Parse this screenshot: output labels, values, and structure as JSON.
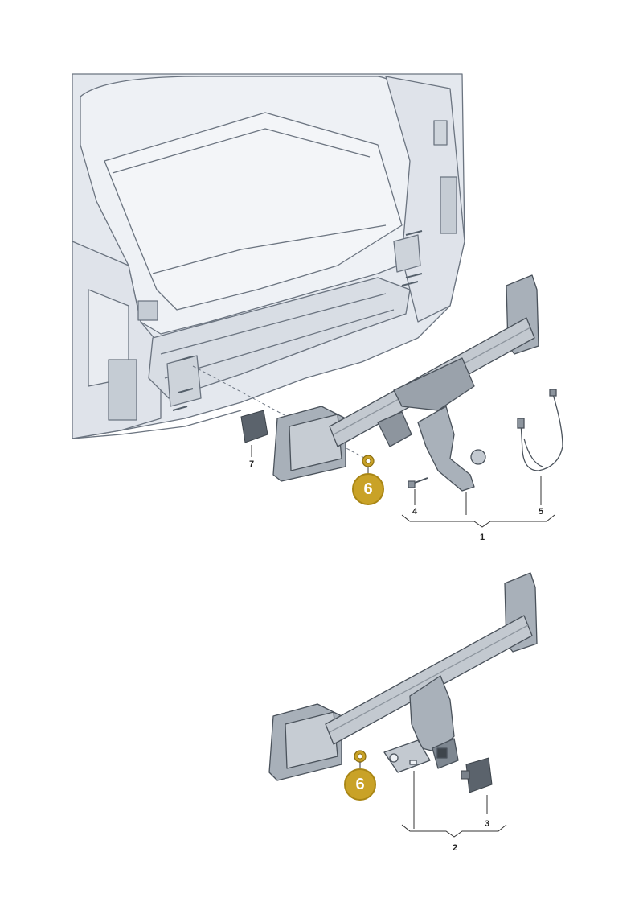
{
  "callouts": {
    "c1": "1",
    "c2": "2",
    "c3": "3",
    "c4": "4",
    "c5": "5",
    "c6_top": "6",
    "c6_bottom": "6",
    "c7": "7"
  },
  "colors": {
    "highlight": "#c9a227",
    "body_fill": "#e4e8ee",
    "body_line": "#6b7480",
    "part_fill": "#b9c0c8",
    "part_dark": "#8d959e"
  }
}
